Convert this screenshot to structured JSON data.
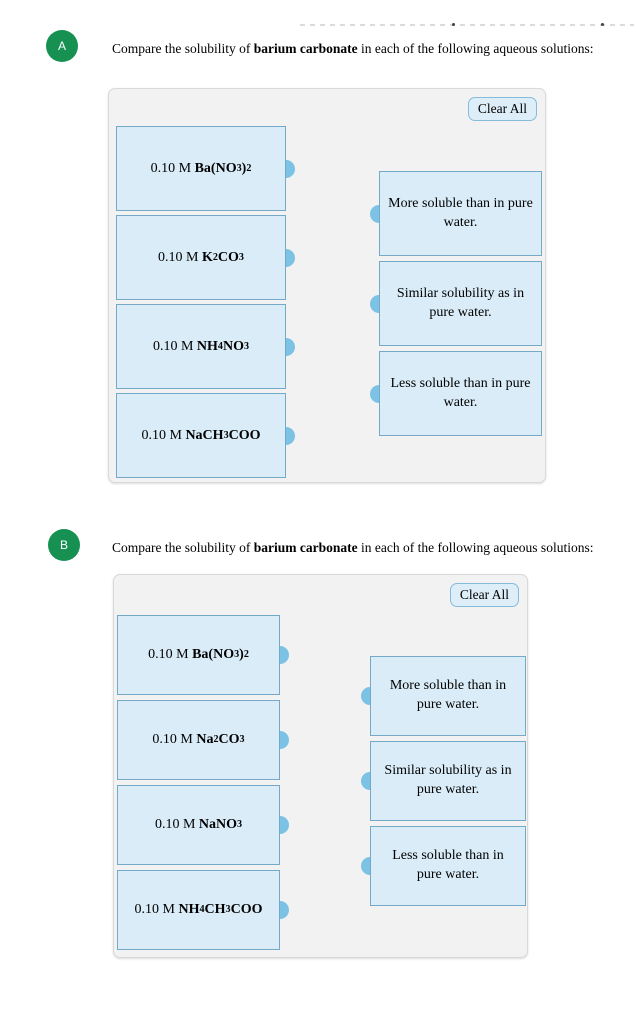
{
  "colors": {
    "box_fill": "#d9ecf7",
    "box_border": "#74a9c8",
    "tab_blue": "#7cc2e5",
    "panel_bg": "#f2f2f2",
    "panel_border": "#d9d9d9",
    "btn_fill": "#ddeef9",
    "btn_border": "#85bbdb",
    "badge_green": "#179152"
  },
  "questions": [
    {
      "badge": "A",
      "prompt": {
        "prefix": "Compare the solubility of ",
        "bold": "barium carbonate",
        "suffix": " in each of the following aqueous solutions:"
      },
      "clear_all": "Clear All",
      "draggables": [
        {
          "segments": [
            {
              "text": "0.10 M ",
              "bold": false,
              "sub": false
            },
            {
              "text": "Ba(NO",
              "bold": true,
              "sub": false
            },
            {
              "text": "3",
              "bold": true,
              "sub": true
            },
            {
              "text": ")",
              "bold": true,
              "sub": false
            },
            {
              "text": "2",
              "bold": true,
              "sub": true
            }
          ]
        },
        {
          "segments": [
            {
              "text": "0.10 M ",
              "bold": false,
              "sub": false
            },
            {
              "text": "K",
              "bold": true,
              "sub": false
            },
            {
              "text": "2",
              "bold": true,
              "sub": true
            },
            {
              "text": "CO",
              "bold": true,
              "sub": false
            },
            {
              "text": "3",
              "bold": true,
              "sub": true
            }
          ]
        },
        {
          "segments": [
            {
              "text": "0.10 M ",
              "bold": false,
              "sub": false
            },
            {
              "text": "NH",
              "bold": true,
              "sub": false
            },
            {
              "text": "4",
              "bold": true,
              "sub": true
            },
            {
              "text": "NO",
              "bold": true,
              "sub": false
            },
            {
              "text": "3",
              "bold": true,
              "sub": true
            }
          ]
        },
        {
          "segments": [
            {
              "text": "0.10 M ",
              "bold": false,
              "sub": false
            },
            {
              "text": "NaCH",
              "bold": true,
              "sub": false
            },
            {
              "text": "3",
              "bold": true,
              "sub": true
            },
            {
              "text": "COO",
              "bold": true,
              "sub": false
            }
          ]
        }
      ],
      "targets": [
        "More soluble than in pure water.",
        "Similar solubility as in pure water.",
        "Less soluble than in pure water."
      ]
    },
    {
      "badge": "B",
      "prompt": {
        "prefix": "Compare the solubility of ",
        "bold": "barium carbonate",
        "suffix": " in each of the following aqueous solutions:"
      },
      "clear_all": "Clear All",
      "draggables": [
        {
          "segments": [
            {
              "text": "0.10 M ",
              "bold": false,
              "sub": false
            },
            {
              "text": "Ba(NO",
              "bold": true,
              "sub": false
            },
            {
              "text": "3",
              "bold": true,
              "sub": true
            },
            {
              "text": ")",
              "bold": true,
              "sub": false
            },
            {
              "text": "2",
              "bold": true,
              "sub": true
            }
          ]
        },
        {
          "segments": [
            {
              "text": "0.10 M ",
              "bold": false,
              "sub": false
            },
            {
              "text": "Na",
              "bold": true,
              "sub": false
            },
            {
              "text": "2",
              "bold": true,
              "sub": true
            },
            {
              "text": "CO",
              "bold": true,
              "sub": false
            },
            {
              "text": "3",
              "bold": true,
              "sub": true
            }
          ]
        },
        {
          "segments": [
            {
              "text": "0.10 M ",
              "bold": false,
              "sub": false
            },
            {
              "text": "NaNO",
              "bold": true,
              "sub": false
            },
            {
              "text": "3",
              "bold": true,
              "sub": true
            }
          ]
        },
        {
          "segments": [
            {
              "text": "0.10 M ",
              "bold": false,
              "sub": false
            },
            {
              "text": "NH",
              "bold": true,
              "sub": false
            },
            {
              "text": "4",
              "bold": true,
              "sub": true
            },
            {
              "text": "CH",
              "bold": true,
              "sub": false
            },
            {
              "text": "3",
              "bold": true,
              "sub": true
            },
            {
              "text": "COO",
              "bold": true,
              "sub": false
            }
          ]
        }
      ],
      "targets": [
        "More soluble than in pure water.",
        "Similar solubility as in pure water.",
        "Less soluble than in pure water."
      ]
    }
  ]
}
